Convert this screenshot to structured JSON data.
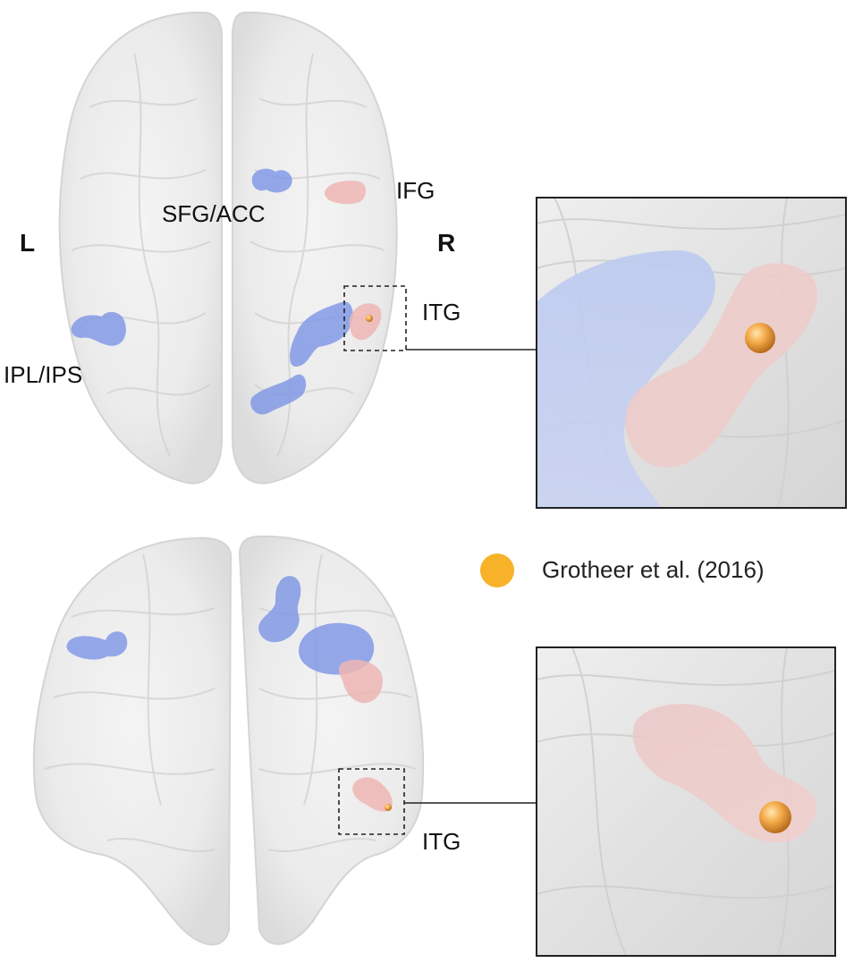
{
  "labels": {
    "side_left": "L",
    "side_right": "R",
    "sfg_acc": "SFG/ACC",
    "ifg": "IFG",
    "itg_top": "ITG",
    "ipl_ips": "IPL/IPS",
    "itg_bottom": "ITG"
  },
  "legend": {
    "text": "Grotheer et al. (2016)",
    "marker_color": "#f7b22a"
  },
  "colors": {
    "brain_fill": "#e9e9e9",
    "brain_edge": "#cfcfcf",
    "blue_cluster": "#7f97e6",
    "red_cluster": "#eeb6b4",
    "orange_focus": "#f2a73c",
    "inset_border": "#222222",
    "dashed_box": "#222222"
  }
}
